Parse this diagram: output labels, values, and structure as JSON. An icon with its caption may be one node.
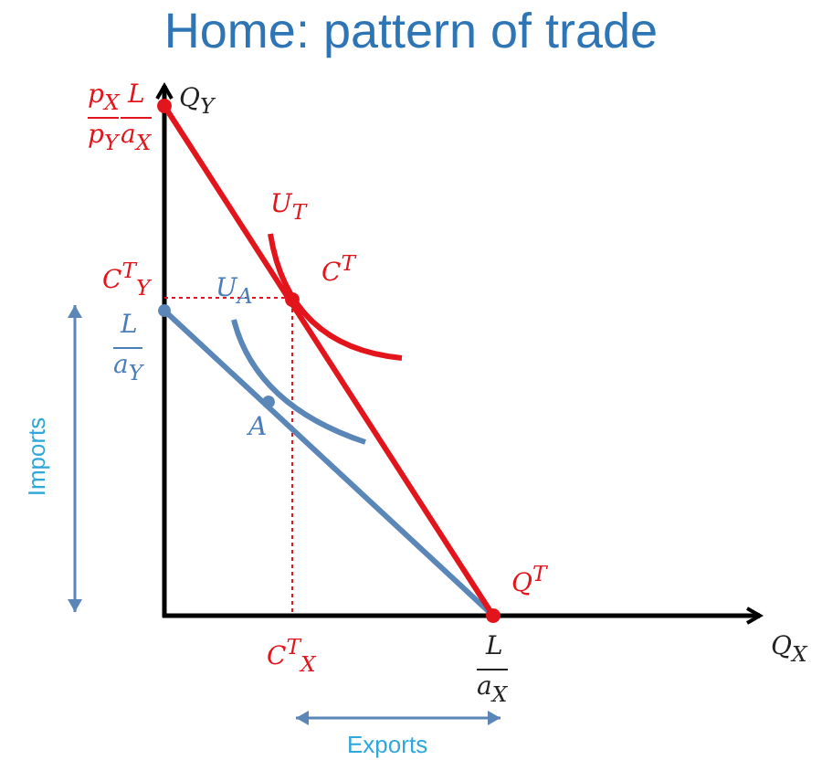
{
  "diagram": {
    "title": "Home: pattern of trade",
    "labels": [
      "p$_{X}$",
      "p$_{Y}$",
      "L",
      "a$_{X}$",
      "Q$_{Y}$",
      "U$_{T}$",
      "C$^{T}$",
      "C$^{T}$$_{Y}$",
      "L",
      "a$_{Y}$",
      "U$_{A}$",
      "A",
      "Imports",
      "Q$^{T}$",
      "C$^{T}$$_{X}$",
      "L",
      "a$_{X}$",
      "Q$_{X}$",
      "Exports"
    ]
  }
}
